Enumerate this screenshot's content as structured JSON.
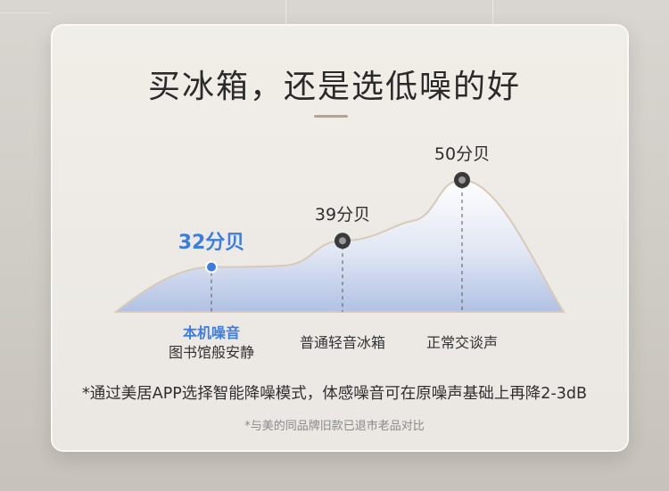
{
  "headline": "买冰箱，还是选低噪的好",
  "chart_data": {
    "type": "area",
    "series": [
      {
        "points": [
          {
            "value": 32,
            "label": "32分贝",
            "category_primary": "本机噪音",
            "category_secondary": "图书馆般安静",
            "highlight": true
          },
          {
            "value": 39,
            "label": "39分贝",
            "category_primary": "",
            "category_secondary": "普通轻音冰箱",
            "highlight": false
          },
          {
            "value": 50,
            "label": "50分贝",
            "category_primary": "",
            "category_secondary": "正常交谈声",
            "highlight": false
          }
        ]
      }
    ],
    "unit": "分贝",
    "colors": {
      "accent": "#3b7de2",
      "marker": "#3a3a3a",
      "fill_top": "#ffffff",
      "fill_bottom": "#aebfe4"
    }
  },
  "note": "*通过美居APP选择智能降噪模式，体感噪音可在原噪声基础上再降2-3dB",
  "footnote": "*与美的同品牌旧款已退市老品对比"
}
